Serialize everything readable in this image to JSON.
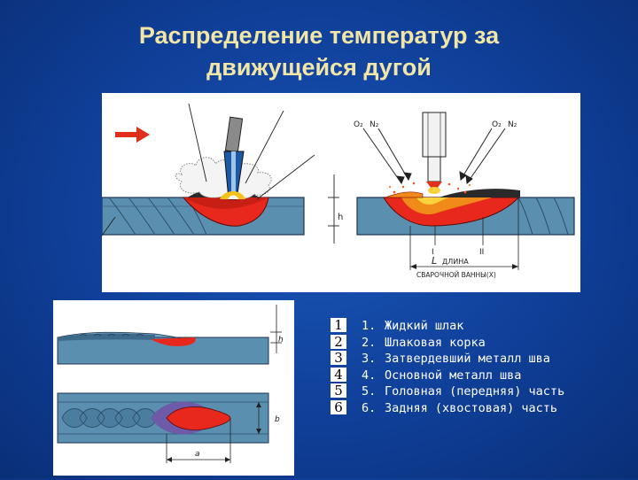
{
  "title": {
    "line1": "Распределение температур за",
    "line2": "движущейся дугой"
  },
  "figure_top": {
    "left_labels": {
      "h": "h"
    },
    "right_labels": {
      "o2_left": "O₂",
      "n2_left": "N₂",
      "o2_right": "O₂",
      "n2_right": "N₂",
      "zone1": "I",
      "zone2": "II",
      "length_symbol": "L",
      "length_text": "ДЛИНА",
      "length_caption": "СВАРОЧНОЙ ВАННЫ(Х)"
    }
  },
  "figure_bottom": {
    "labels": {
      "h": "h",
      "b": "b",
      "a": "a"
    }
  },
  "legend": {
    "numbers": [
      "1",
      "2",
      "3",
      "4",
      "5",
      "6"
    ],
    "items": [
      {
        "num": "1.",
        "text": "Жидкий шлак"
      },
      {
        "num": "2.",
        "text": "Шлаковая корка"
      },
      {
        "num": "3.",
        "text": "Затвердевший металл шва"
      },
      {
        "num": "4.",
        "text": "Основной металл шва"
      },
      {
        "num": "5.",
        "text": "Головная (передняя) часть"
      },
      {
        "num": "6.",
        "text": "Задняя (хвостовая) часть"
      }
    ]
  },
  "colors": {
    "background": "#0f3f98",
    "title": "#f2e6a6",
    "metal": "#4f86a8",
    "weld_red": "#e8281c",
    "weld_orange": "#f08a18"
  }
}
